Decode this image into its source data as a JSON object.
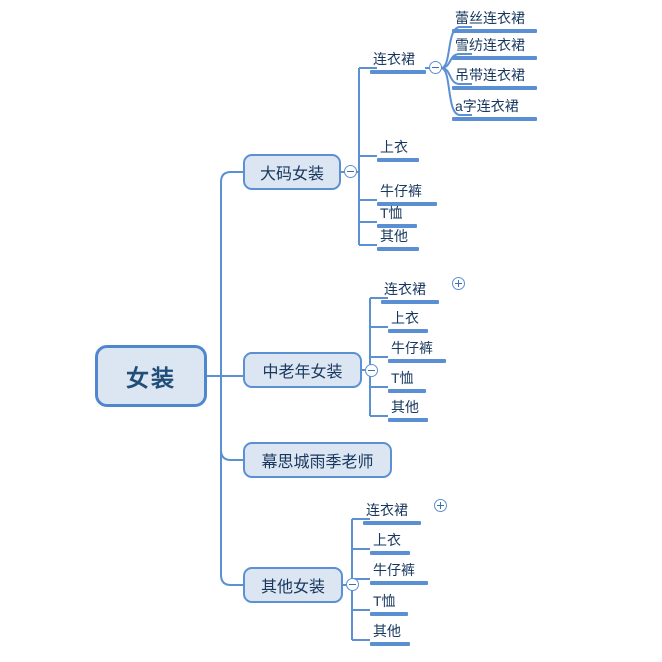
{
  "diagram": {
    "type": "mind-map",
    "title": "女装",
    "background_color": "#ffffff",
    "accent_color": "#5b90d2",
    "node_fill_color": "#dce6f2",
    "text_color": "#17375e",
    "bar_color": "#5b8fd4"
  },
  "root": {
    "label": "女装",
    "toggle": "none"
  },
  "branches": [
    {
      "label": "大码女装",
      "toggle": "collapse",
      "toggle_icon": "minus-circle-icon",
      "children": [
        {
          "label": "连衣裙",
          "toggle": "collapse",
          "toggle_icon": "minus-circle-icon",
          "children": [
            {
              "label": "蕾丝连衣裙"
            },
            {
              "label": "雪纺连衣裙"
            },
            {
              "label": "吊带连衣裙"
            },
            {
              "label": "a字连衣裙"
            }
          ]
        },
        {
          "label": "上衣",
          "toggle": "none",
          "children": []
        },
        {
          "label": "牛仔裤",
          "toggle": "none",
          "children": []
        },
        {
          "label": "T恤",
          "toggle": "none",
          "children": []
        },
        {
          "label": "其他",
          "toggle": "none",
          "children": []
        }
      ]
    },
    {
      "label": "中老年女装",
      "toggle": "collapse",
      "toggle_icon": "minus-circle-icon",
      "children": [
        {
          "label": "连衣裙",
          "toggle": "expand",
          "toggle_icon": "plus-circle-icon",
          "children": []
        },
        {
          "label": "上衣",
          "toggle": "none",
          "children": []
        },
        {
          "label": "牛仔裤",
          "toggle": "none",
          "children": []
        },
        {
          "label": "T恤",
          "toggle": "none",
          "children": []
        },
        {
          "label": "其他",
          "toggle": "none",
          "children": []
        }
      ]
    },
    {
      "label": "幕思城雨季老师",
      "toggle": "none",
      "children": []
    },
    {
      "label": "其他女装",
      "toggle": "collapse",
      "toggle_icon": "minus-circle-icon",
      "children": [
        {
          "label": "连衣裙",
          "toggle": "expand",
          "toggle_icon": "plus-circle-icon",
          "children": []
        },
        {
          "label": "上衣",
          "toggle": "none",
          "children": []
        },
        {
          "label": "牛仔裤",
          "toggle": "none",
          "children": []
        },
        {
          "label": "T恤",
          "toggle": "none",
          "children": []
        },
        {
          "label": "其他",
          "toggle": "none",
          "children": []
        }
      ]
    }
  ]
}
